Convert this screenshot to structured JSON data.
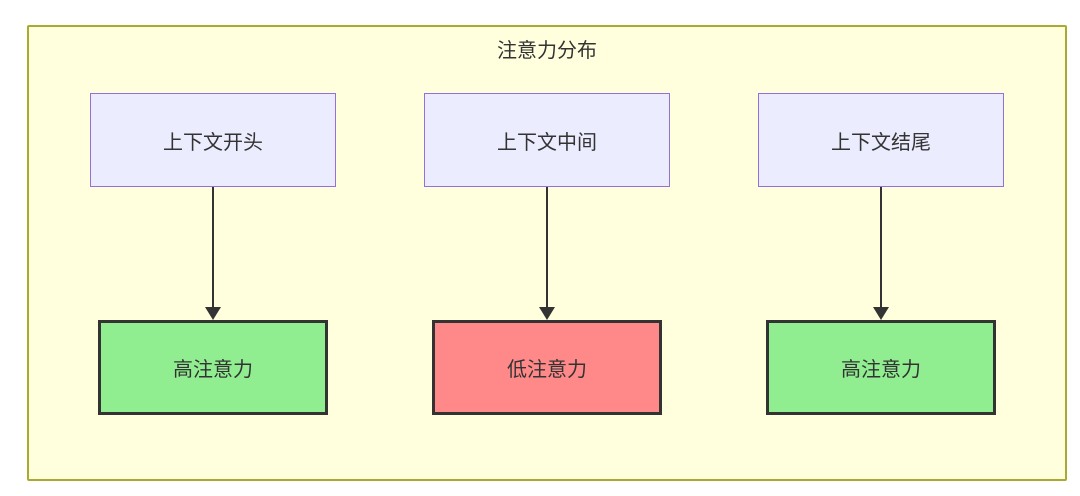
{
  "diagram": {
    "title": "注意力分布",
    "columns": [
      {
        "source_label": "上下文开头",
        "target_label": "高注意力",
        "target_level": "high"
      },
      {
        "source_label": "上下文中间",
        "target_label": "低注意力",
        "target_level": "low"
      },
      {
        "source_label": "上下文结尾",
        "target_label": "高注意力",
        "target_level": "high"
      }
    ],
    "colors": {
      "page_background": "#ffffff",
      "container_fill": "#ffffde",
      "container_border": "#aaaa33",
      "source_fill": "#ececff",
      "source_border": "#9370db",
      "target_high_fill": "#90ee90",
      "target_low_fill": "#ff8888",
      "target_border": "#333333",
      "arrow": "#333333",
      "text": "#333333"
    }
  }
}
